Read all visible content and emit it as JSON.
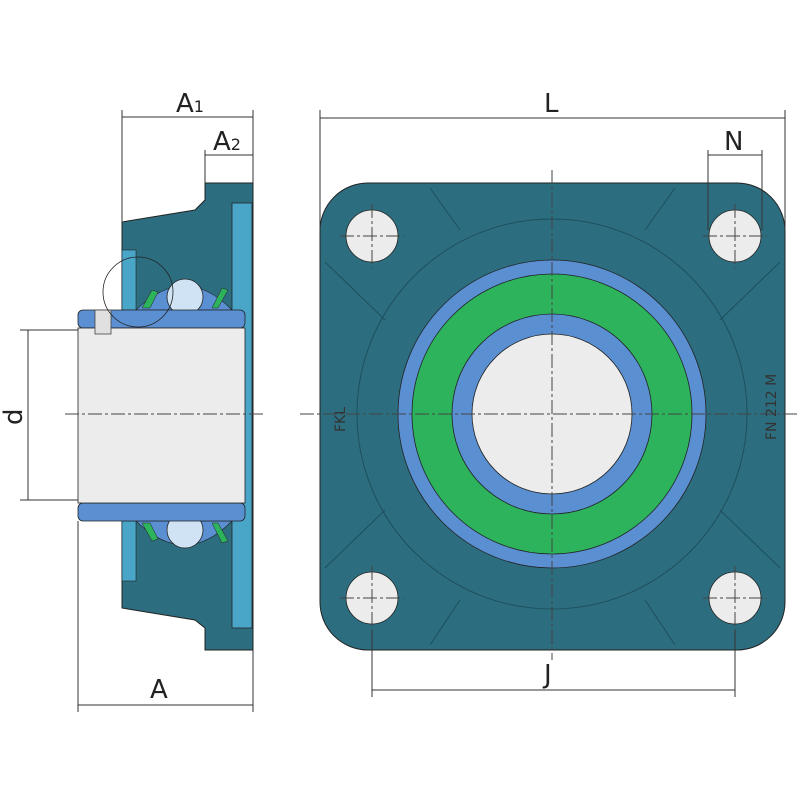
{
  "labels": {
    "A1": "A",
    "A1_sub": "1",
    "A2": "A",
    "A2_sub": "2",
    "L": "L",
    "N": "N",
    "d": "d",
    "A": "A",
    "J": "J"
  },
  "markings": {
    "left": "FKL",
    "right": "FN 212 M"
  },
  "colors": {
    "housing": "#2c6e80",
    "housing_light": "#4aa6c9",
    "ring": "#5a8fd2",
    "seal": "#2db35c",
    "bore": "#ececec",
    "line": "#222222"
  }
}
